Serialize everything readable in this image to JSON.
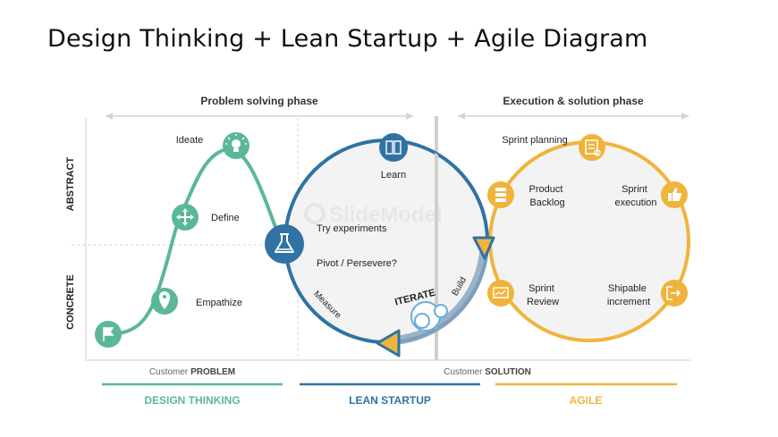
{
  "title": "Design Thinking + Lean Startup + Agile Diagram",
  "phases": {
    "problem": "Problem solving phase",
    "execution": "Execution & solution phase"
  },
  "axis": {
    "abstract": "ABSTRACT",
    "concrete": "CONCRETE"
  },
  "design_thinking": {
    "ideate": "Ideate",
    "define": "Define",
    "empathize": "Empathize"
  },
  "lean": {
    "learn": "Learn",
    "try_experiments": "Try experiments",
    "pivot": "Pivot / Persevere?",
    "measure": "Measure",
    "build": "Build",
    "iterate": "ITERATE"
  },
  "agile": {
    "sprint_planning": "Sprint planning",
    "product_backlog": [
      "Product",
      "Backlog"
    ],
    "sprint_execution": [
      "Sprint",
      "execution"
    ],
    "sprint_review": [
      "Sprint",
      "Review"
    ],
    "shipable_increment": [
      "Shipable",
      "increment"
    ]
  },
  "bottom": {
    "customer": "Customer",
    "problem": "PROBLEM",
    "solution": "SOLUTION",
    "design_thinking": "DESIGN THINKING",
    "lean_startup": "LEAN STARTUP",
    "agile": "AGILE"
  },
  "watermark": "SlideModel",
  "colors": {
    "green": "#5bb79a",
    "blue": "#2f73a3",
    "yellow": "#f0b43c",
    "gray": "#b9b9b9"
  }
}
